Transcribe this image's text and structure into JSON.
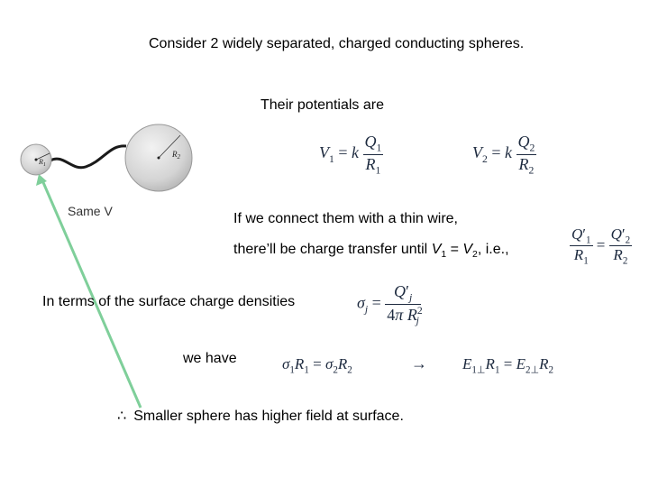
{
  "heading": "Consider 2 widely separated, charged conducting spheres.",
  "potentials_intro": "Their potentials are",
  "same_v_label": "Same V",
  "connect_text": "If we connect them with a thin wire,",
  "transfer_text": {
    "before": "there’ll be charge transfer until",
    "after": ", i.e.,"
  },
  "surface_text": "In terms of the surface charge densities",
  "we_have_text": "we have",
  "conclusion": {
    "symbol": "∴",
    "text": "Smaller sphere has higher field at surface."
  },
  "diagram": {
    "small_sphere_label": "R",
    "small_sphere_sub": "1",
    "large_sphere_label": "R",
    "large_sphere_sub": "2"
  },
  "colors": {
    "arrow": "#7fcf9a",
    "sphere": "#d6d6d6",
    "text": "#000000"
  }
}
